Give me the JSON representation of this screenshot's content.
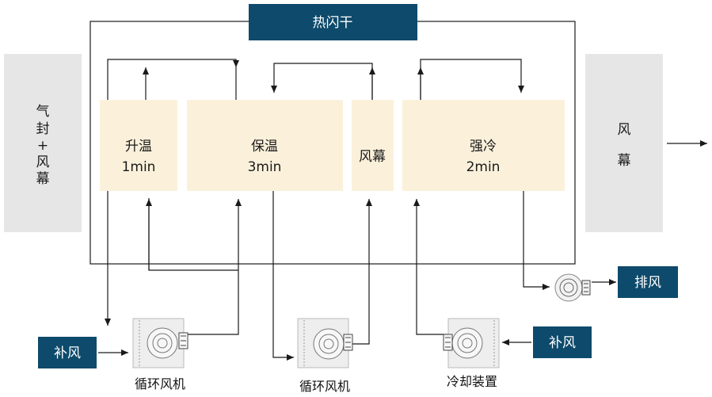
{
  "title": "热闪干",
  "left_seal": {
    "chars": [
      "气",
      "封",
      "+",
      "风",
      "幕"
    ]
  },
  "right_curtain": {
    "chars": [
      "风",
      "幕"
    ]
  },
  "zones": [
    {
      "name": "升温",
      "time": "1min"
    },
    {
      "name": "保温",
      "time": "3min"
    },
    {
      "name": "风幕",
      "time": ""
    },
    {
      "name": "强冷",
      "time": "2min"
    }
  ],
  "tags": {
    "exhaust": "排风",
    "supply_left": "补风",
    "supply_right": "补风"
  },
  "devices": {
    "fan1": "循环风机",
    "fan2": "循环风机",
    "cooler": "冷却装置"
  },
  "colors": {
    "zone_fill": "#fbf1db",
    "side_fill": "#e6e6e6",
    "dark_blue": "#0d4a6b",
    "line": "#1a1a1a"
  }
}
